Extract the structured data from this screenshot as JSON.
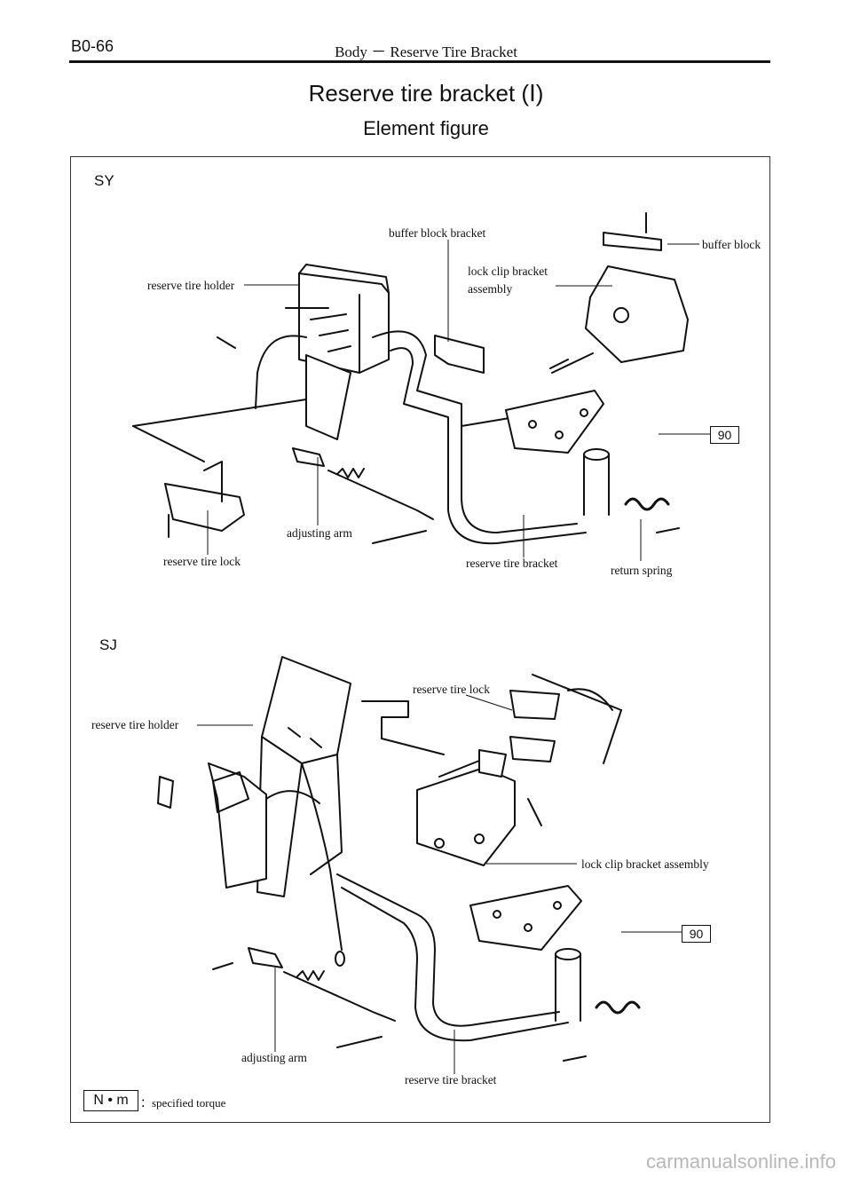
{
  "header": {
    "code": "B0-66",
    "title": "Body － Reserve Tire Bracket"
  },
  "title": "Reserve tire bracket (Ⅰ)",
  "subtitle": "Element figure",
  "sections": {
    "sy": {
      "name": "SY",
      "labels": {
        "buffer_block_bracket": "buffer block bracket",
        "buffer_block": "buffer block",
        "lock_clip_line1": "lock clip bracket",
        "lock_clip_line2": "assembly",
        "reserve_tire_holder": "reserve tire holder",
        "adjusting_arm": "adjusting arm",
        "reserve_tire_lock": "reserve tire lock",
        "reserve_tire_bracket": "reserve tire bracket",
        "return_spring": "return spring"
      },
      "torque": "90"
    },
    "sj": {
      "name": "SJ",
      "labels": {
        "reserve_tire_lock": "reserve tire lock",
        "reserve_tire_holder": "reserve tire holder",
        "lock_clip_bracket_assembly": "lock clip bracket assembly",
        "adjusting_arm": "adjusting arm",
        "reserve_tire_bracket": "reserve tire bracket"
      },
      "torque": "90"
    }
  },
  "legend": {
    "symbol": "N • m",
    "text": "：specified torque"
  },
  "watermark": "carmanualsonline.info"
}
